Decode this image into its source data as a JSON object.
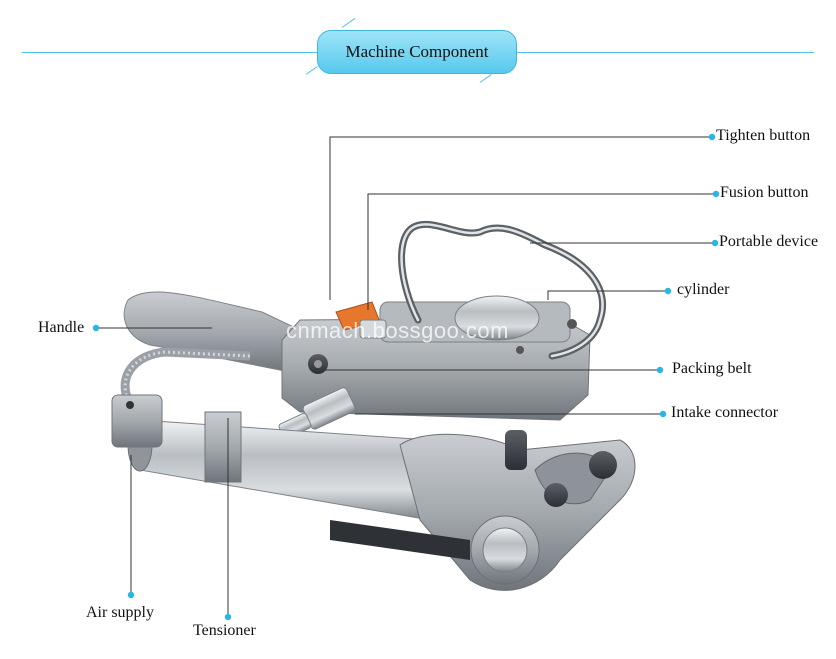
{
  "title": "Machine Component",
  "labels": {
    "tighten_button": "Tighten button",
    "fusion_button": "Fusion button",
    "portable_device": "Portable device",
    "cylinder": "cylinder",
    "handle": "Handle",
    "packing_belt": "Packing belt",
    "intake_connector": "Intake connector",
    "air_supply": "Air supply",
    "tensioner": "Tensioner"
  },
  "watermark": "cnmach.bossgoo.com",
  "colors": {
    "accent": "#4fc3e8",
    "dot": "#29b6e6",
    "leader": "#333333",
    "body_metal": "#9ea3a8"
  }
}
